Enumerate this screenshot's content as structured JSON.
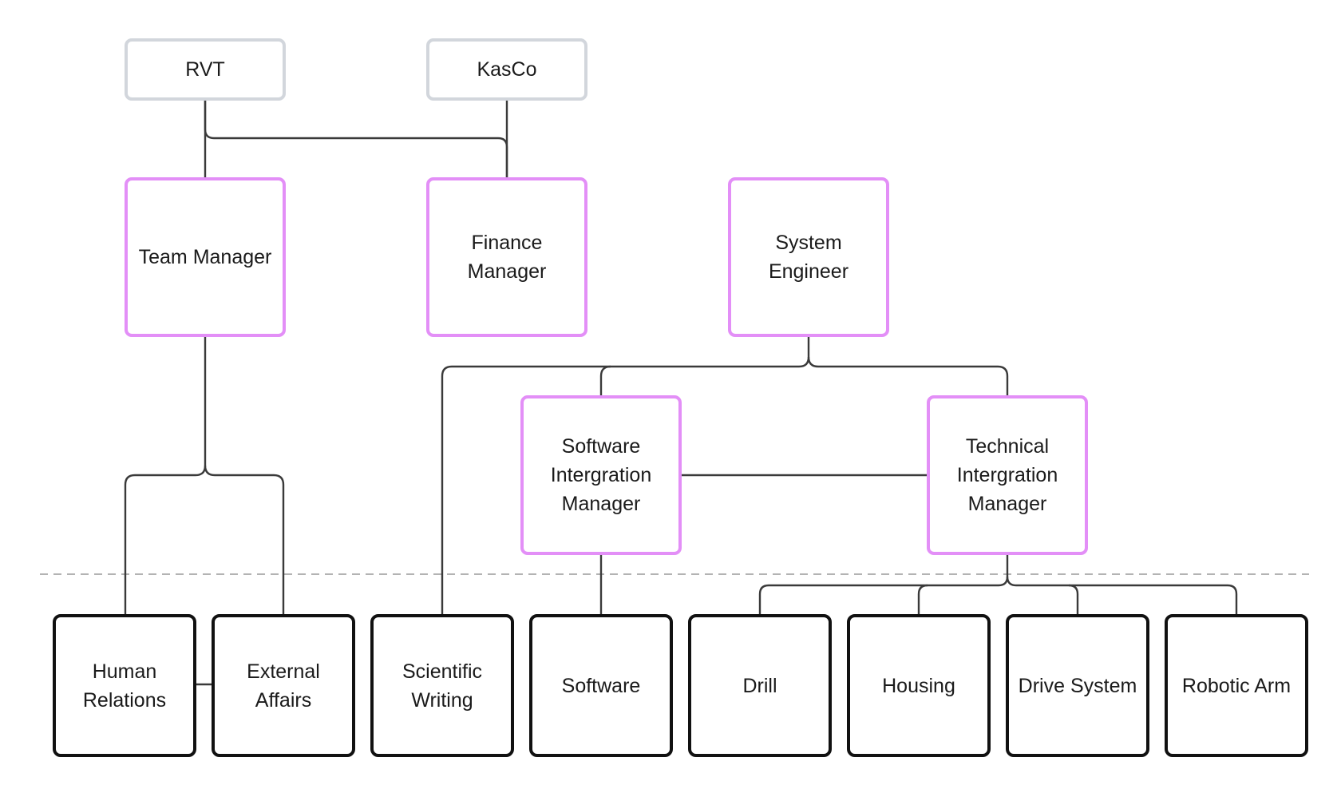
{
  "diagram": {
    "organizations": {
      "rvt": "RVT",
      "kasco": "KasCo"
    },
    "roles": {
      "team_manager": "Team Manager",
      "finance_manager": "Finance\nManager",
      "system_engineer": "System\nEngineer",
      "software_integration_manager": "Software\nIntergration\nManager",
      "technical_integration_manager": "Technical\nIntergration\nManager"
    },
    "departments": {
      "human_relations": "Human\nRelations",
      "external_affairs": "External\nAffairs",
      "scientific_writing": "Scientific\nWriting",
      "software": "Software",
      "drill": "Drill",
      "housing": "Housing",
      "drive_system": "Drive System",
      "robotic_arm": "Robotic Arm"
    },
    "colors": {
      "organization_border": "#d2d6dc",
      "role_border": "#e38ff7",
      "department_border": "#111111",
      "connector": "#3a3a3a",
      "divider": "#9a9a9a"
    }
  }
}
